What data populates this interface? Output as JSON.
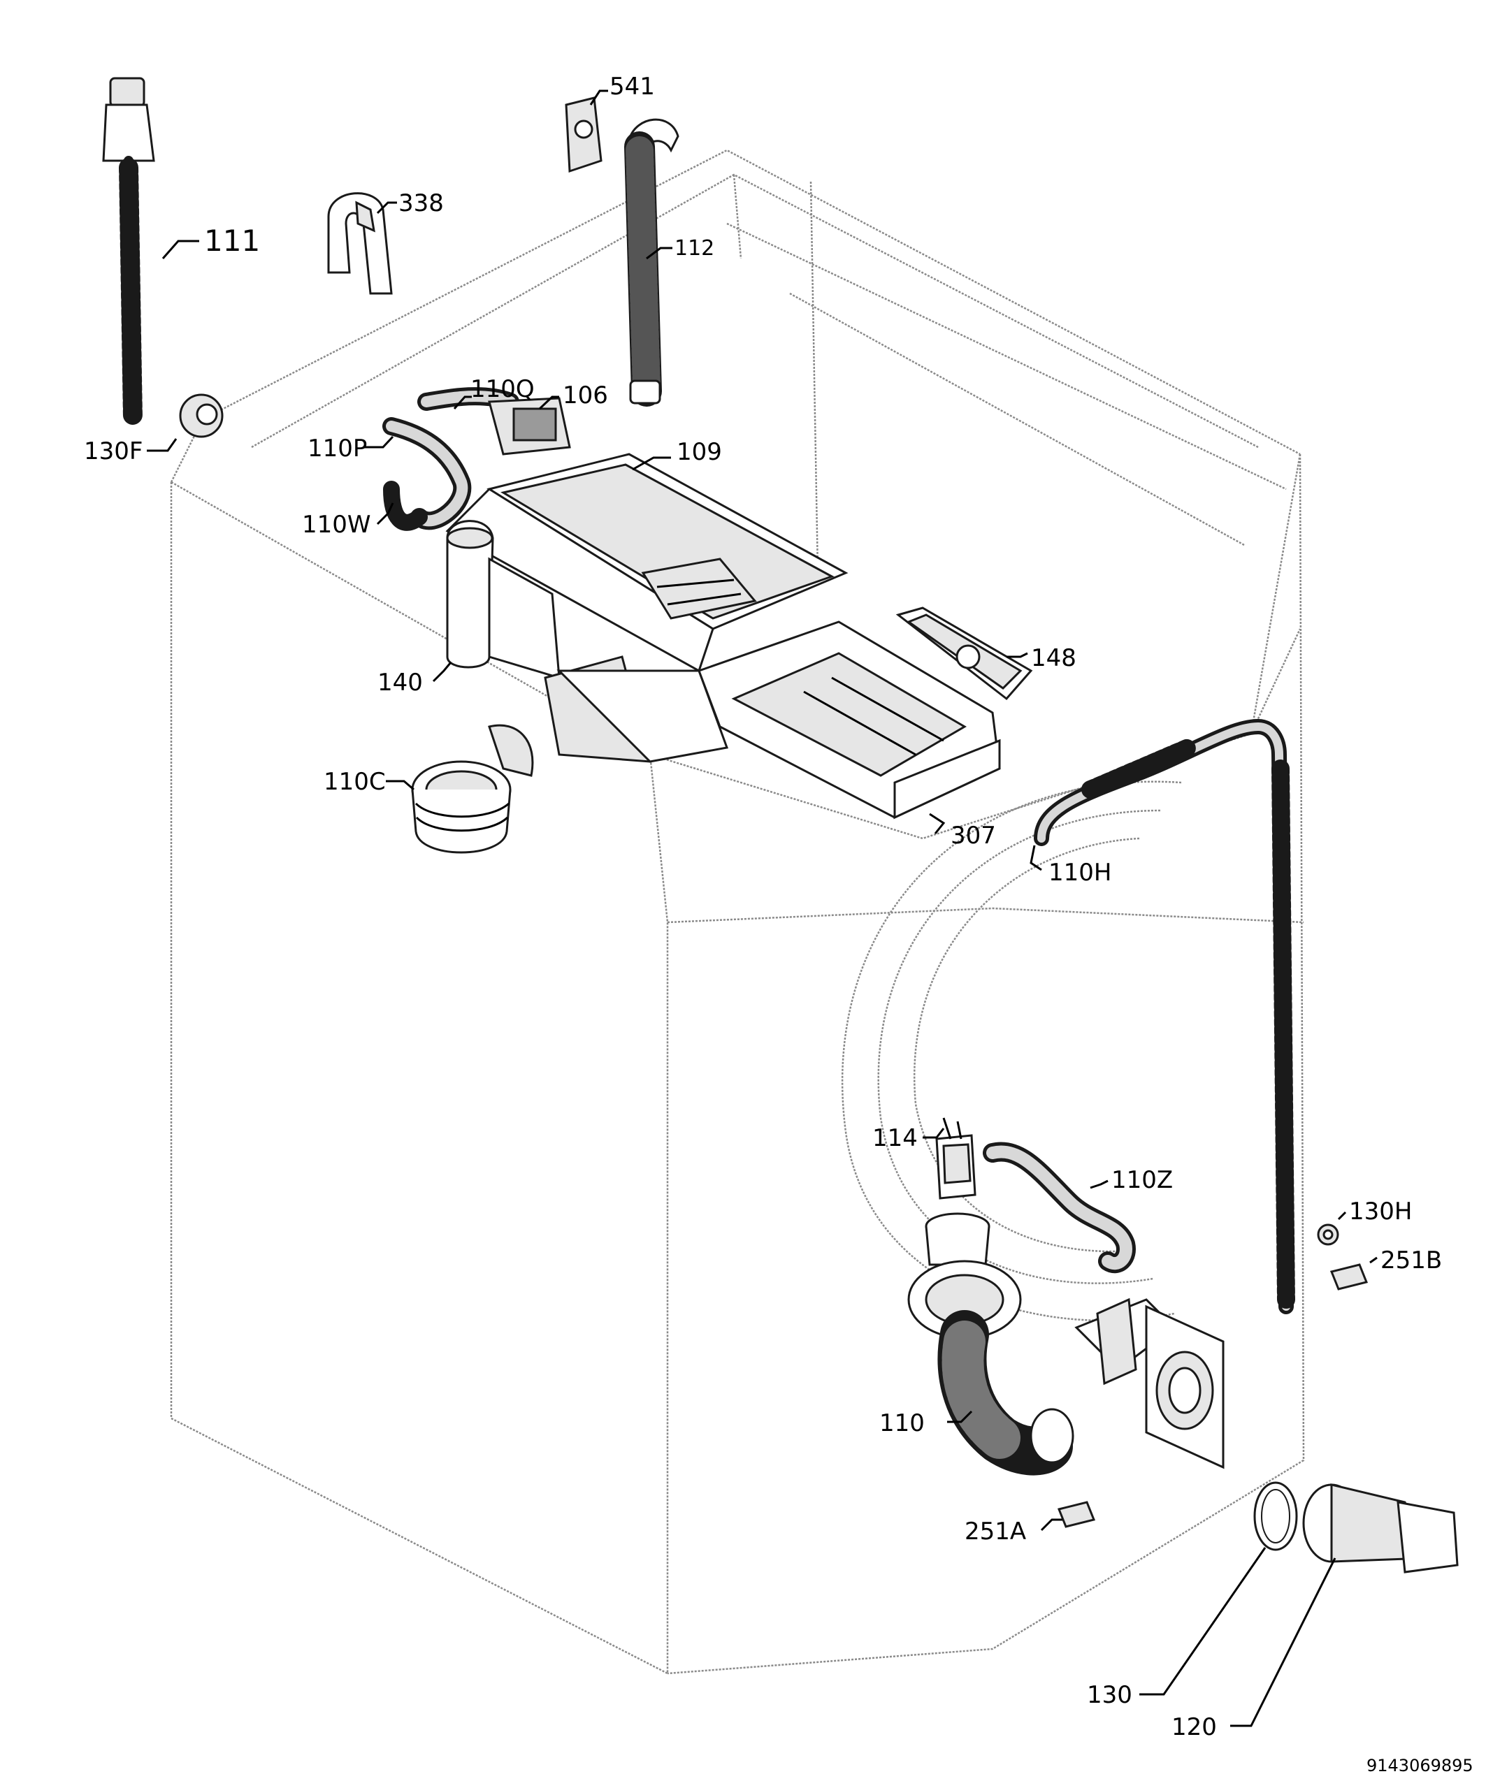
{
  "diagram": {
    "callouts": {
      "c111": "111",
      "c338": "338",
      "c541": "541",
      "c112": "112",
      "c130f": "130F",
      "c110q": "110Q",
      "c106": "106",
      "c110p": "110P",
      "c109": "109",
      "c110w": "110W",
      "c140": "140",
      "c148": "148",
      "c110c": "110C",
      "c307": "307",
      "c110h": "110H",
      "c114": "114",
      "c110z": "110Z",
      "c130h": "130H",
      "c251b": "251B",
      "c110": "110",
      "c251a": "251A",
      "c130": "130",
      "c120": "120"
    },
    "reference_number": "9143069895"
  }
}
